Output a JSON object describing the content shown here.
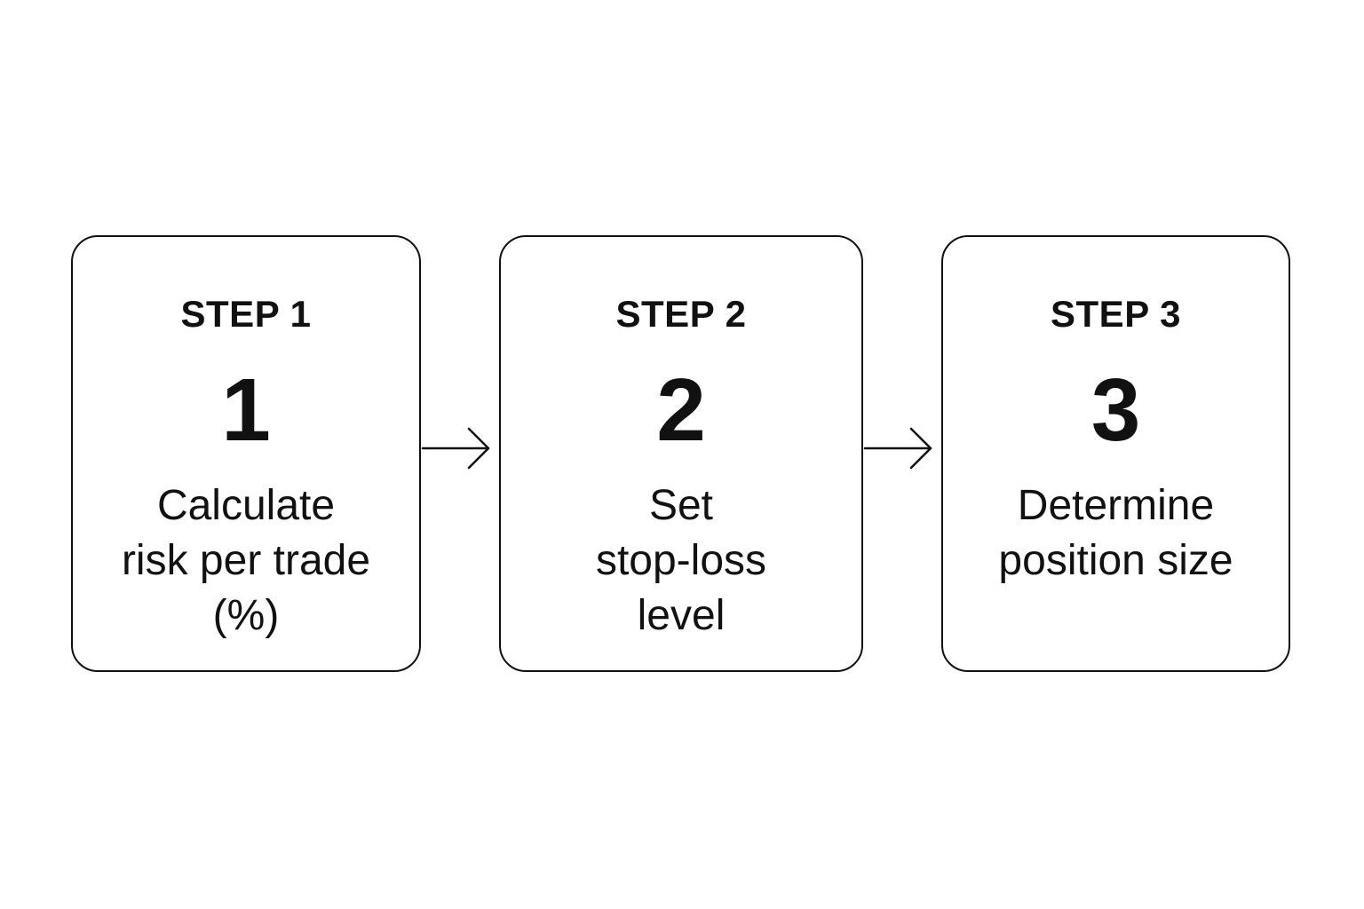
{
  "steps": [
    {
      "label": "STEP 1",
      "number": "1",
      "lines": [
        "Calculate",
        "risk per trade",
        "(%)"
      ]
    },
    {
      "label": "STEP 2",
      "number": "2",
      "lines": [
        "Set",
        "stop-loss",
        "level"
      ]
    },
    {
      "label": "STEP 3",
      "number": "3",
      "lines": [
        "Determine",
        "position size"
      ]
    }
  ],
  "colors": {
    "stroke": "#111111",
    "background": "#ffffff"
  },
  "icons": {
    "connector": "arrow-right-icon"
  }
}
